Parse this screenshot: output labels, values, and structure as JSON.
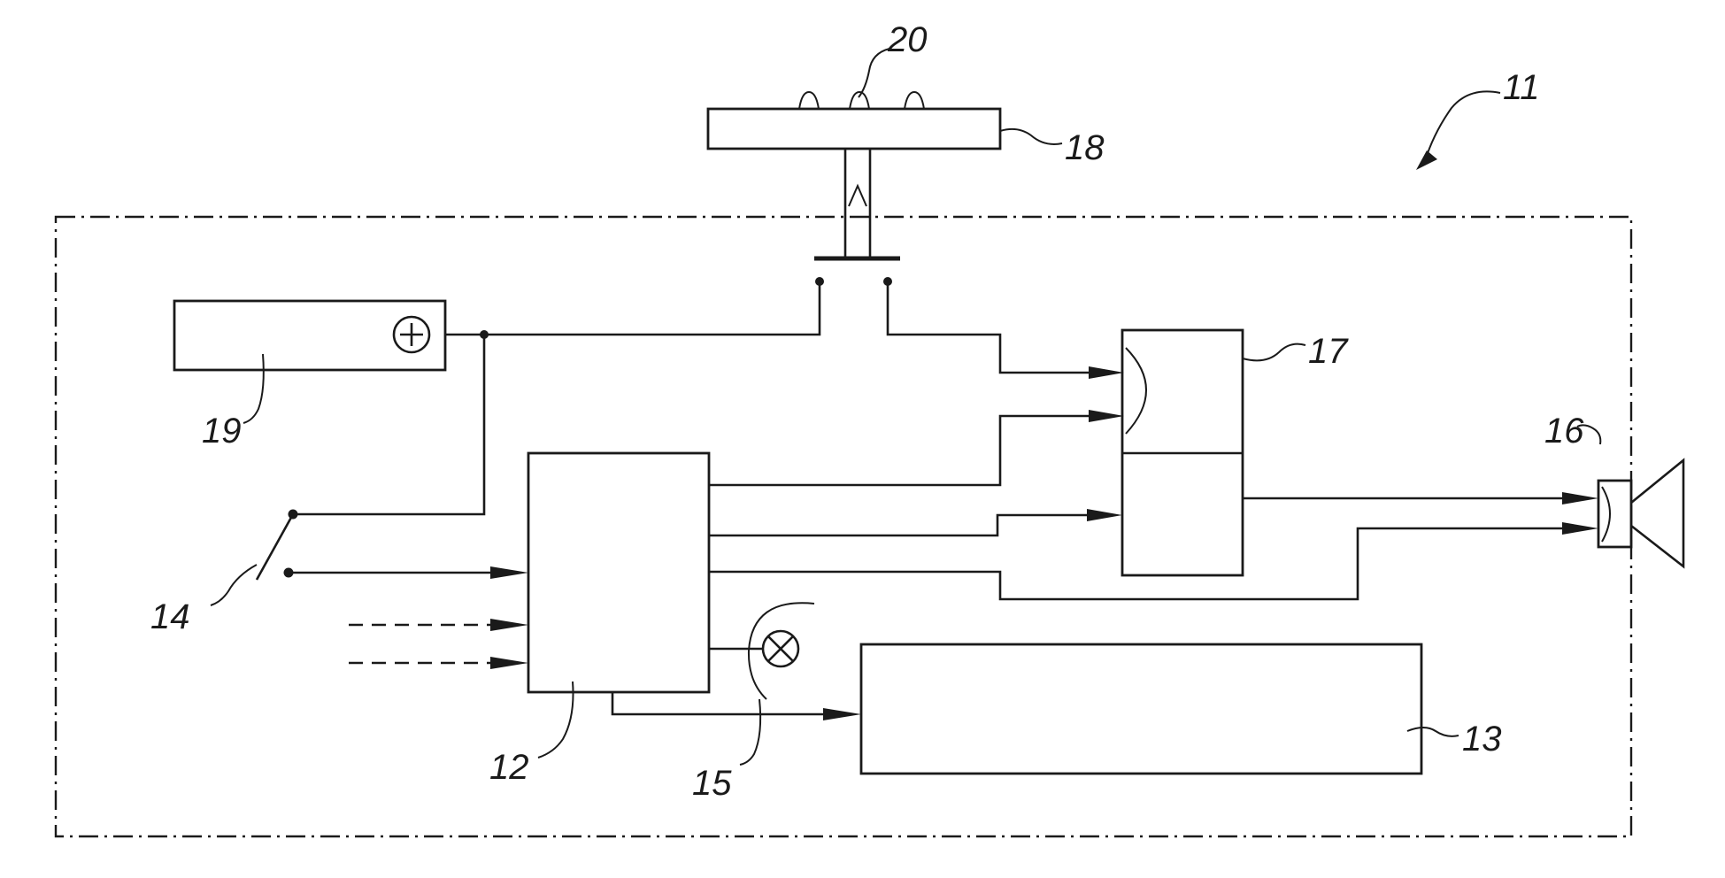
{
  "figure": {
    "ref_labels": {
      "apparatus": "11",
      "control_unit": "12",
      "memory_block": "13",
      "switch": "14",
      "lamp": "15",
      "loudspeaker": "16",
      "mixer": "17",
      "connector_plate": "18",
      "battery": "19",
      "contacts": "20"
    }
  }
}
